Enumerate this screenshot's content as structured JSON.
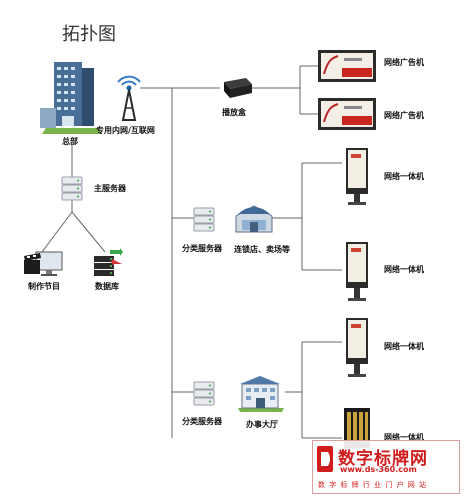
{
  "title": "拓扑图",
  "nodes": {
    "hq": "总部",
    "network": "专用内网/互联网",
    "main_server": "主服务器",
    "production": "制作节目",
    "database": "数据库",
    "player_box": "播放盒",
    "ad_1": "网络广告机",
    "ad_2": "网络广告机",
    "server_1": "分类服务器",
    "chain_store": "连锁店、卖场等",
    "kiosk_1": "网络一体机",
    "kiosk_2": "网络一体机",
    "server_2": "分类服务器",
    "office": "办事大厅",
    "kiosk_3": "网络一体机",
    "kiosk_4": "网络一体机"
  },
  "watermark": {
    "main": "数字标牌网",
    "url": "www.ds-360.com",
    "sub": "数 字 标 牌 行 业 门 户 网 站"
  },
  "colors": {
    "line": "#666666",
    "watermark": "#d01c1c"
  }
}
